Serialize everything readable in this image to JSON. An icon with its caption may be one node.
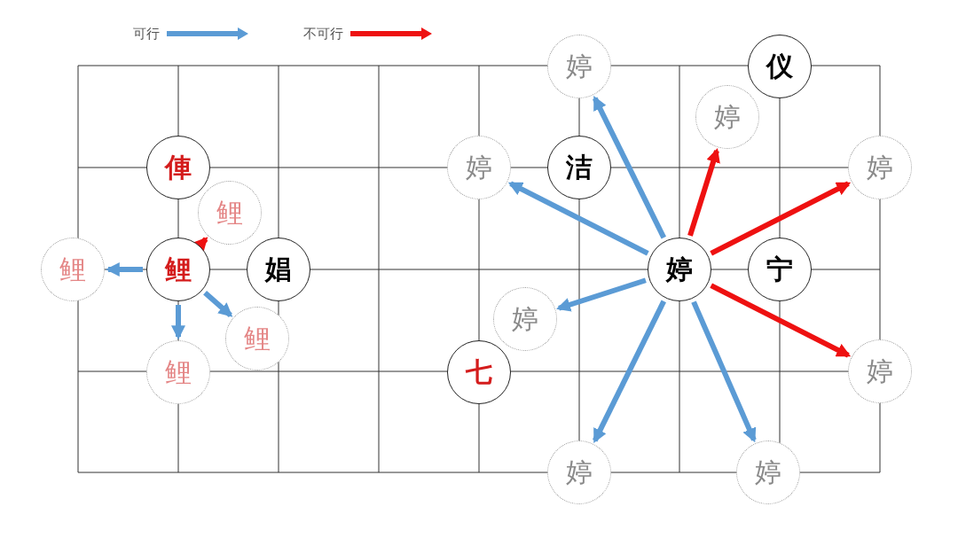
{
  "diagram": {
    "nodes": [
      {
        "text": [
          "婷"
        ]
      },
      {
        "text": [
          "仪"
        ]
      },
      {
        "text": [
          "婷"
        ]
      },
      {
        "text": [
          "俥"
        ]
      },
      {
        "text": [
          "鲤"
        ]
      },
      {
        "text": [
          "婷"
        ]
      },
      {
        "text": [
          "洁"
        ]
      },
      {
        "text": [
          "婷"
        ]
      },
      {
        "text": [
          "鲤"
        ]
      },
      {
        "text": [
          "鲤"
        ]
      },
      {
        "text": [
          "娼"
        ]
      },
      {
        "text": [
          "鲤"
        ]
      },
      {
        "text": [
          "婷"
        ]
      },
      {
        "text": [
          "宁"
        ]
      },
      {
        "text": [
          "婷"
        ]
      },
      {
        "text": [
          "七"
        ]
      },
      {
        "text": [
          "鲤"
        ]
      },
      {
        "text": [
          "婷"
        ]
      },
      {
        "text": [
          "婷"
        ]
      },
      {
        "text": [
          "婷"
        ]
      }
    ],
    "edges": [
      {
        "from": 9,
        "to": 4,
        "arrow": "to",
        "color": "#ee1111"
      },
      {
        "from": 9,
        "to": 8,
        "arrow": "to"
      },
      {
        "from": 9,
        "to": 11,
        "arrow": "to"
      },
      {
        "from": 9,
        "to": 16,
        "arrow": "to"
      },
      {
        "from": 12,
        "to": 0,
        "arrow": "to"
      },
      {
        "from": 12,
        "to": 5,
        "arrow": "to"
      },
      {
        "from": 12,
        "to": 14,
        "arrow": "to"
      },
      {
        "from": 12,
        "to": 18,
        "arrow": "to"
      },
      {
        "from": 12,
        "to": 19,
        "arrow": "to"
      },
      {
        "from": 12,
        "to": 2,
        "arrow": "to",
        "color": "#ee1111"
      },
      {
        "from": 12,
        "to": 7,
        "arrow": "to",
        "color": "#ee1111"
      },
      {
        "from": 12,
        "to": 17,
        "arrow": "to",
        "color": "#ee1111"
      }
    ],
    "legend": [
      {
        "text": "可行",
        "color": "#5b9bd5"
      },
      {
        "text": "不可行",
        "color": "#ee1111"
      }
    ]
  }
}
